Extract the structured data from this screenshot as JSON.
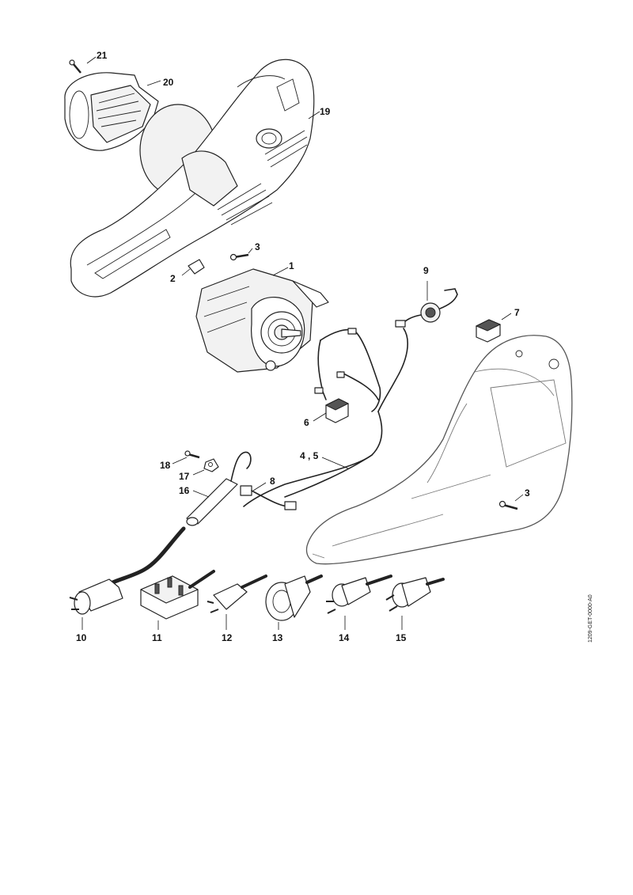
{
  "diagram": {
    "labels": {
      "p1": "1",
      "p2": "2",
      "p3a": "3",
      "p3b": "3",
      "p45": "4 , 5",
      "p6": "6",
      "p7": "7",
      "p8": "8",
      "p9": "9",
      "p10": "10",
      "p11": "11",
      "p12": "12",
      "p13": "13",
      "p14": "14",
      "p15": "15",
      "p16": "16",
      "p17": "17",
      "p18": "18",
      "p19": "19",
      "p20": "20",
      "p21": "21"
    },
    "drawing_code": "1209-GET-0000-A0"
  }
}
